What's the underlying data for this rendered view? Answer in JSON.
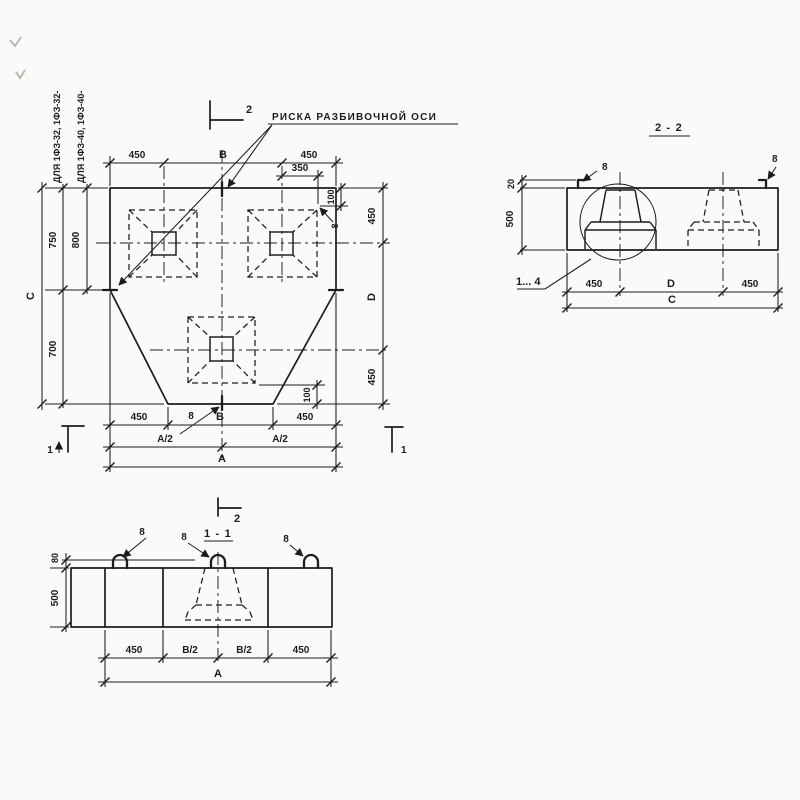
{
  "ink": "#1c1c1c",
  "paper": "#fafaf8",
  "notes": {
    "type_row1": "ДЛЯ 1ФЗ-32, 1ФЗ-32-",
    "type_row2": "ДЛЯ 1ФЗ-40, 1ФЗ-40-",
    "axis_label": "РИСКА РАЗБИВОЧНОЙ ОСИ"
  },
  "plan": {
    "dim_top_left": "450",
    "dim_top_mid": "В",
    "dim_top_right": "450",
    "dim_350": "350",
    "dim_100_top": "100",
    "dim_right_top": "450",
    "dim_right_mid": "D",
    "dim_right_bot": "450",
    "dim_100_bot": "100",
    "dim_750": "750",
    "dim_800": "800",
    "dim_700": "700",
    "dim_c": "С",
    "dim_bot_left": "450",
    "dim_bot_mid": "В",
    "dim_bot_right": "450",
    "dim_a2_left": "А/2",
    "dim_a2_right": "А/2",
    "dim_a": "А",
    "mark8_corner": "8",
    "mark8_bottom": "8",
    "flag_sec2": "2",
    "flag_sec1_left": "1",
    "flag_sec1_right": "1"
  },
  "sec22": {
    "title": "2 - 2",
    "dim_20": "20",
    "dim_500": "500",
    "dim_bot_left": "450",
    "dim_bot_mid": "D",
    "dim_bot_right": "450",
    "dim_c": "С",
    "mark8_left": "8",
    "mark8_right": "8",
    "detail_note": "1... 4"
  },
  "sec11": {
    "title": "1 - 1",
    "flag_sec2": "2",
    "dim_80": "80",
    "dim_500": "500",
    "dim_450_left": "450",
    "dim_b2_left": "В/2",
    "dim_b2_right": "В/2",
    "dim_450_right": "450",
    "dim_a": "А",
    "mark8_1": "8",
    "mark8_2": "8",
    "mark8_3": "8"
  }
}
